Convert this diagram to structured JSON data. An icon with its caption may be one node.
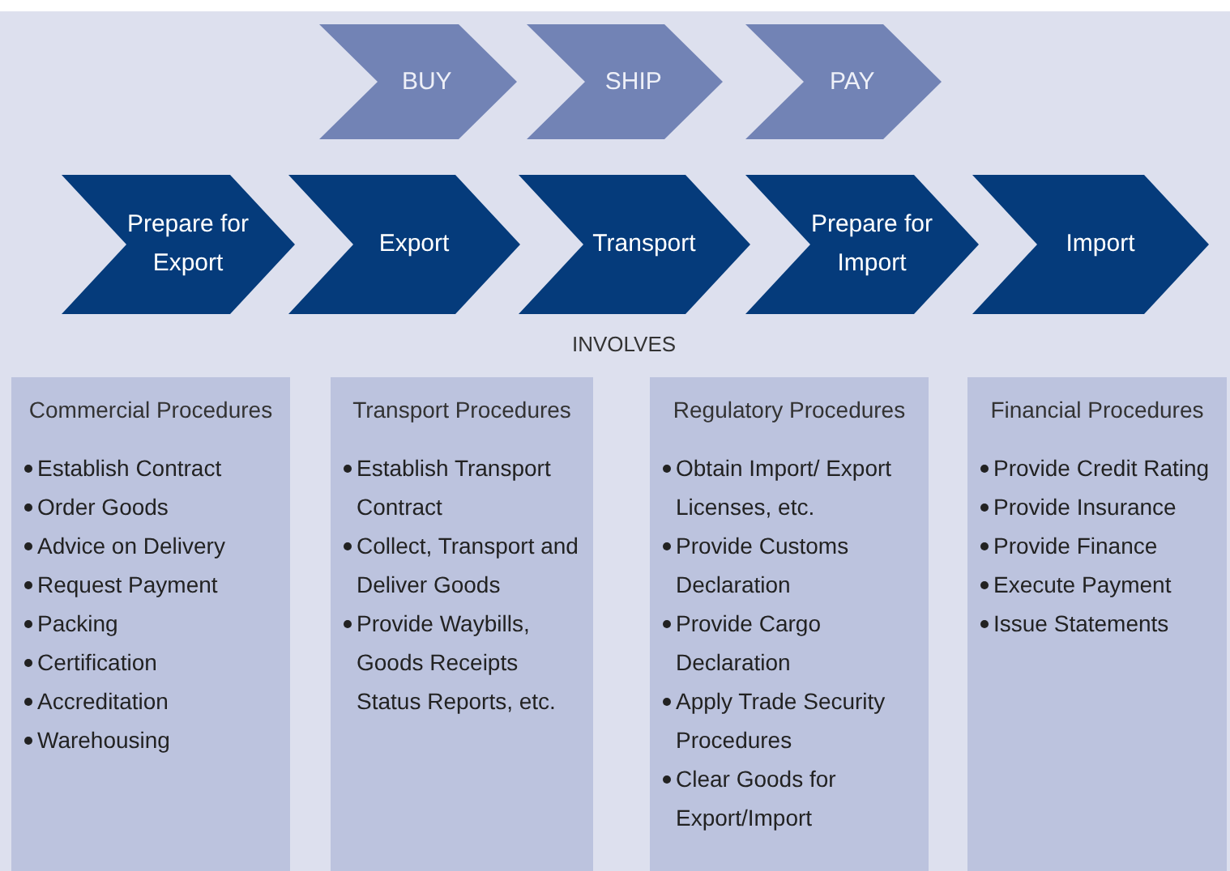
{
  "diagram": {
    "nodes": [
      {
        "text": [
          "BUY"
        ]
      },
      {
        "text": [
          "SHIP"
        ]
      },
      {
        "text": [
          "PAY"
        ]
      },
      {
        "text": [
          "Prepare for Export"
        ]
      },
      {
        "text": [
          "Export"
        ]
      },
      {
        "text": [
          "Transport"
        ]
      },
      {
        "text": [
          "Prepare for Import"
        ]
      },
      {
        "text": [
          "Import"
        ]
      },
      {
        "text": [
          "Commercial Procedures",
          "Establish Contract",
          "Order Goods",
          "Advice on Delivery",
          "Request Payment",
          "Packing",
          "Certification",
          "Accreditation",
          "Warehousing"
        ]
      },
      {
        "text": [
          "Transport Procedures",
          "Establish Transport Contract",
          "Collect, Transport and Deliver Goods",
          "Provide Waybills, Goods Receipts Status Reports, etc."
        ]
      },
      {
        "text": [
          "Regulatory Procedures",
          "Obtain Import/ Export Licenses, etc.",
          "Provide Customs Declaration",
          "Provide Cargo Declaration",
          "Apply Trade Security Procedures",
          "Clear Goods for Export/Import"
        ]
      },
      {
        "text": [
          "Financial Procedures",
          "Provide Credit Rating",
          "Provide Insurance",
          "Provide Finance",
          "Execute Payment",
          "Issue Statements"
        ]
      }
    ],
    "labels": [
      "INVOLVES"
    ]
  }
}
